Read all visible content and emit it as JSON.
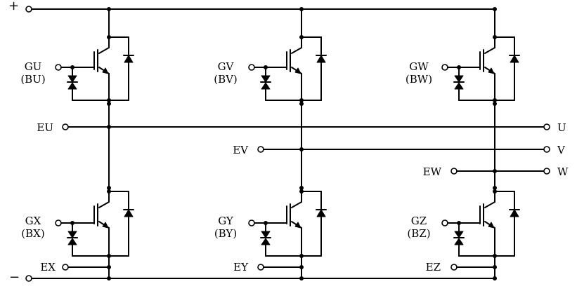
{
  "rails": {
    "positive": "+",
    "negative": "−"
  },
  "outputs": {
    "u": "U",
    "v": "V",
    "w": "W"
  },
  "gates": {
    "gu": {
      "top": "GU",
      "bottom": "(BU)"
    },
    "gv": {
      "top": "GV",
      "bottom": "(BV)"
    },
    "gw": {
      "top": "GW",
      "bottom": "(BW)"
    },
    "gx": {
      "top": "GX",
      "bottom": "(BX)"
    },
    "gy": {
      "top": "GY",
      "bottom": "(BY)"
    },
    "gz": {
      "top": "GZ",
      "bottom": "(BZ)"
    }
  },
  "emitters": {
    "eu": "EU",
    "ev": "EV",
    "ew": "EW",
    "ex": "EX",
    "ey": "EY",
    "ez": "EZ"
  },
  "colors": {
    "stroke": "#000000",
    "background": "#ffffff"
  }
}
